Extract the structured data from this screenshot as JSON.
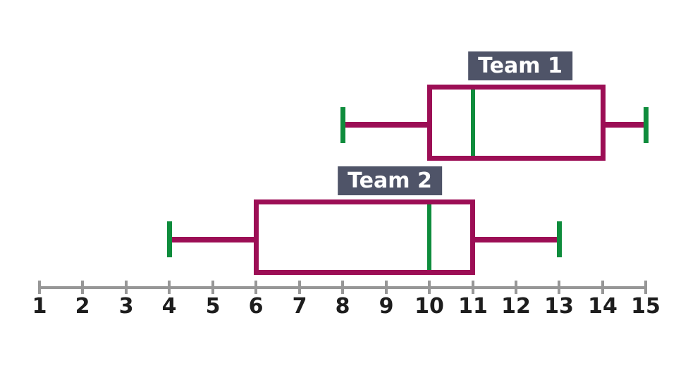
{
  "chart_data": {
    "type": "boxplot",
    "orientation": "horizontal",
    "title": "",
    "xlabel": "",
    "axis": {
      "min": 1,
      "max": 15,
      "step": 1,
      "ticks": [
        "1",
        "2",
        "3",
        "4",
        "5",
        "6",
        "7",
        "8",
        "9",
        "10",
        "11",
        "12",
        "13",
        "14",
        "15"
      ]
    },
    "series": [
      {
        "name": "Team 1",
        "min": 8,
        "q1": 10,
        "median": 11,
        "q3": 14,
        "max": 15
      },
      {
        "name": "Team 2",
        "min": 4,
        "q1": 6,
        "median": 10,
        "q3": 11,
        "max": 13
      }
    ],
    "colors": {
      "box_outline": "#9c0e55",
      "median_and_caps": "#0e8c3c",
      "label_background": "#4f5468",
      "label_text": "#ffffff",
      "axis_line": "#979797",
      "tick_text": "#1d1d1d",
      "background": "#ffffff"
    },
    "legend": "none",
    "grid": false
  }
}
